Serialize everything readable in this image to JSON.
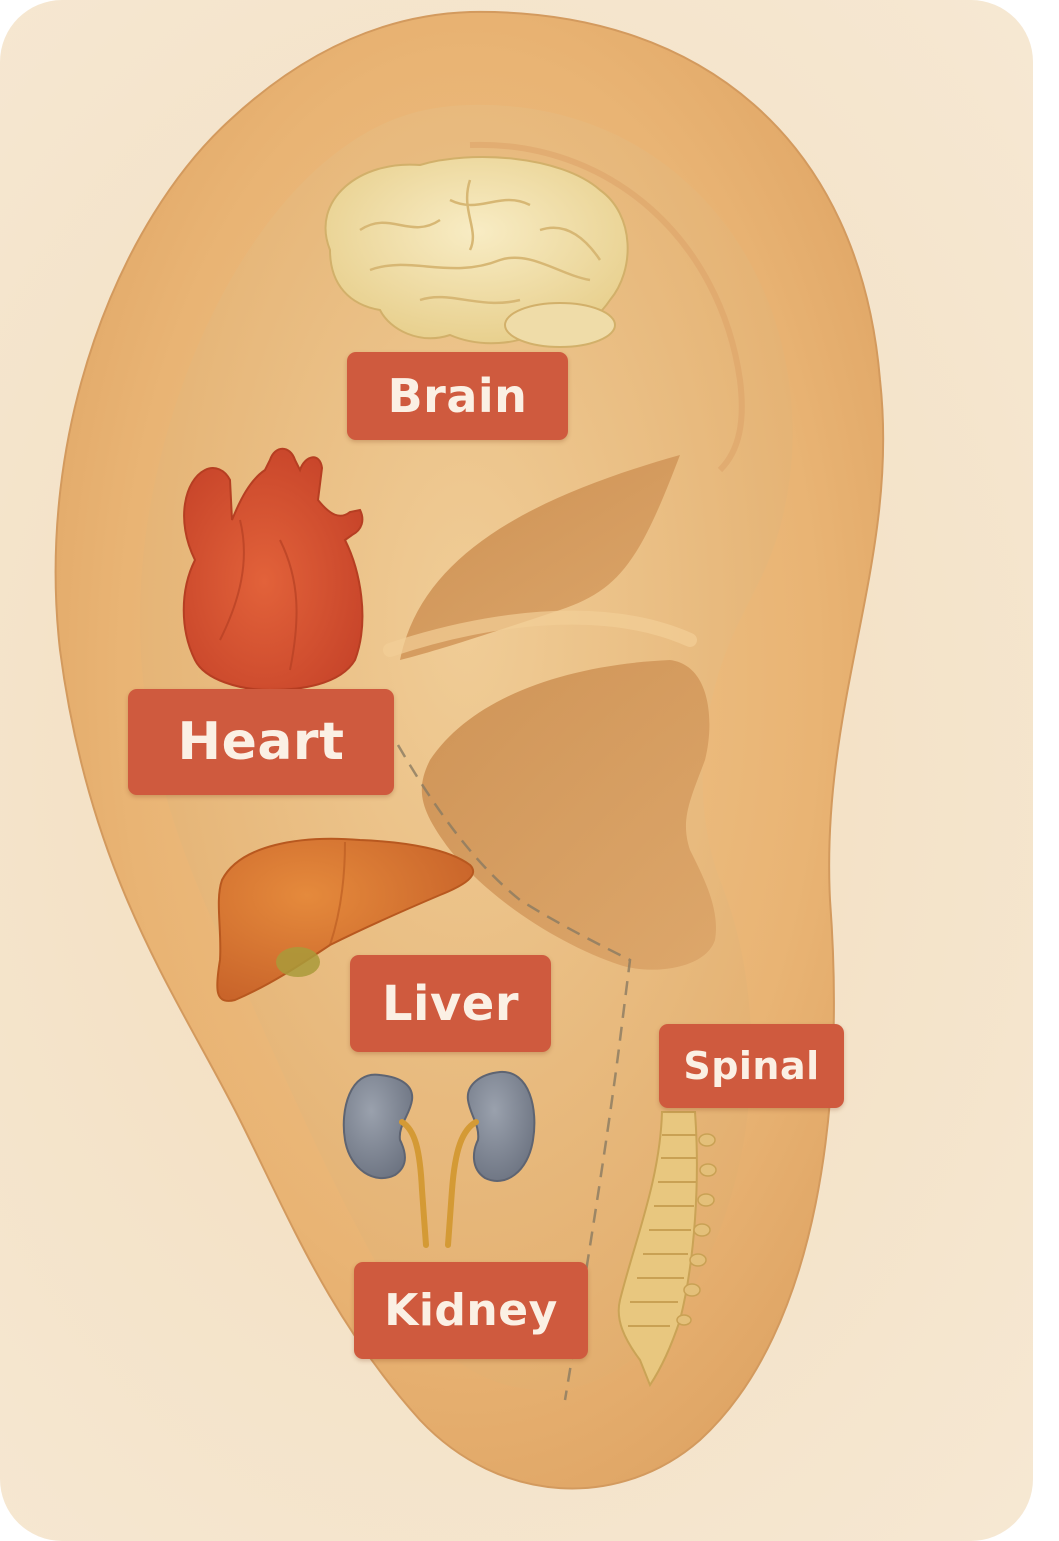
{
  "diagram": {
    "subject": "ear reflexology map",
    "colors": {
      "background": "#f4e3c9",
      "ear_skin": "#ecb97a",
      "ear_shadow": "#c98a4c",
      "label_bg": "#cf5a3e",
      "label_text": "#fbf0e4",
      "brain": "#f2dfa8",
      "heart": "#d8502e",
      "liver": "#d9752f",
      "kidney": "#7f8796",
      "spine": "#e6c37c",
      "dashed_line": "#8a7a62"
    },
    "labels": [
      {
        "id": "brain",
        "text": "Brain"
      },
      {
        "id": "heart",
        "text": "Heart"
      },
      {
        "id": "liver",
        "text": "Liver"
      },
      {
        "id": "spinal",
        "text": "Spinal"
      },
      {
        "id": "kidney",
        "text": "Kidney"
      }
    ],
    "organs": [
      {
        "id": "brain",
        "icon": "brain-icon"
      },
      {
        "id": "heart",
        "icon": "heart-icon"
      },
      {
        "id": "liver",
        "icon": "liver-icon"
      },
      {
        "id": "kidney",
        "icon": "kidneys-icon"
      },
      {
        "id": "spine",
        "icon": "spine-icon"
      }
    ]
  }
}
